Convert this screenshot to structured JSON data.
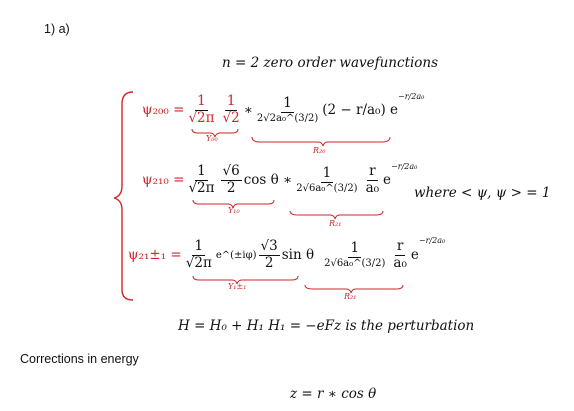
{
  "header": {
    "label": "1)   a)"
  },
  "title": {
    "text": "n = 2  zero order wavefunctions"
  },
  "equations": {
    "psi200": {
      "lhs": "ψ₂₀₀ =",
      "frac1_num": "1",
      "frac1_den": "√2π",
      "frac2_num": "1",
      "frac2_den": "√2",
      "times": "∗",
      "frac3_num": "1",
      "frac3_den": "2√2a₀^(3/2)",
      "body": "(2 − r/a₀) e",
      "exponent": "−r/2a₀",
      "y_label": "Y₀₀",
      "r_label": "R₂₀"
    },
    "psi210": {
      "lhs": "ψ₂₁₀ =",
      "frac1_num": "1",
      "frac1_den": "√2π",
      "frac2_num": "√6",
      "frac2_den": "2",
      "trig": "cos θ ∗",
      "frac3_num": "1",
      "frac3_den": "2√6a₀^(3/2)",
      "frac4_num": "r",
      "frac4_den": "a₀",
      "exp_base": "e",
      "exponent": "−r/2a₀",
      "y_label": "Y₁₀",
      "r_label": "R₂₁"
    },
    "psi21pm1": {
      "lhs": "ψ₂₁±₁ =",
      "frac1_num": "1",
      "frac1_den": "√2π",
      "phase": "e^(±iφ)",
      "frac2_num": "√3",
      "frac2_den": "2",
      "trig": "sin θ",
      "frac3_num": "1",
      "frac3_den": "2√6a₀^(3/2)",
      "frac4_num": "r",
      "frac4_den": "a₀",
      "exp_base": "e",
      "exponent": "−r/2a₀",
      "y_label": "Y₁±₁",
      "r_label": "R₂₁"
    }
  },
  "normalization": {
    "text": "where < ψ, ψ > = 1"
  },
  "hamiltonian": {
    "text": "H = H₀ + H₁    H₁ = −eFz   is the perturbation"
  },
  "section": {
    "label": "Corrections in energy"
  },
  "z_relation": {
    "text": "z = r ∗ cos θ"
  },
  "colors": {
    "annotation": "#d0262c",
    "text": "#111111"
  }
}
